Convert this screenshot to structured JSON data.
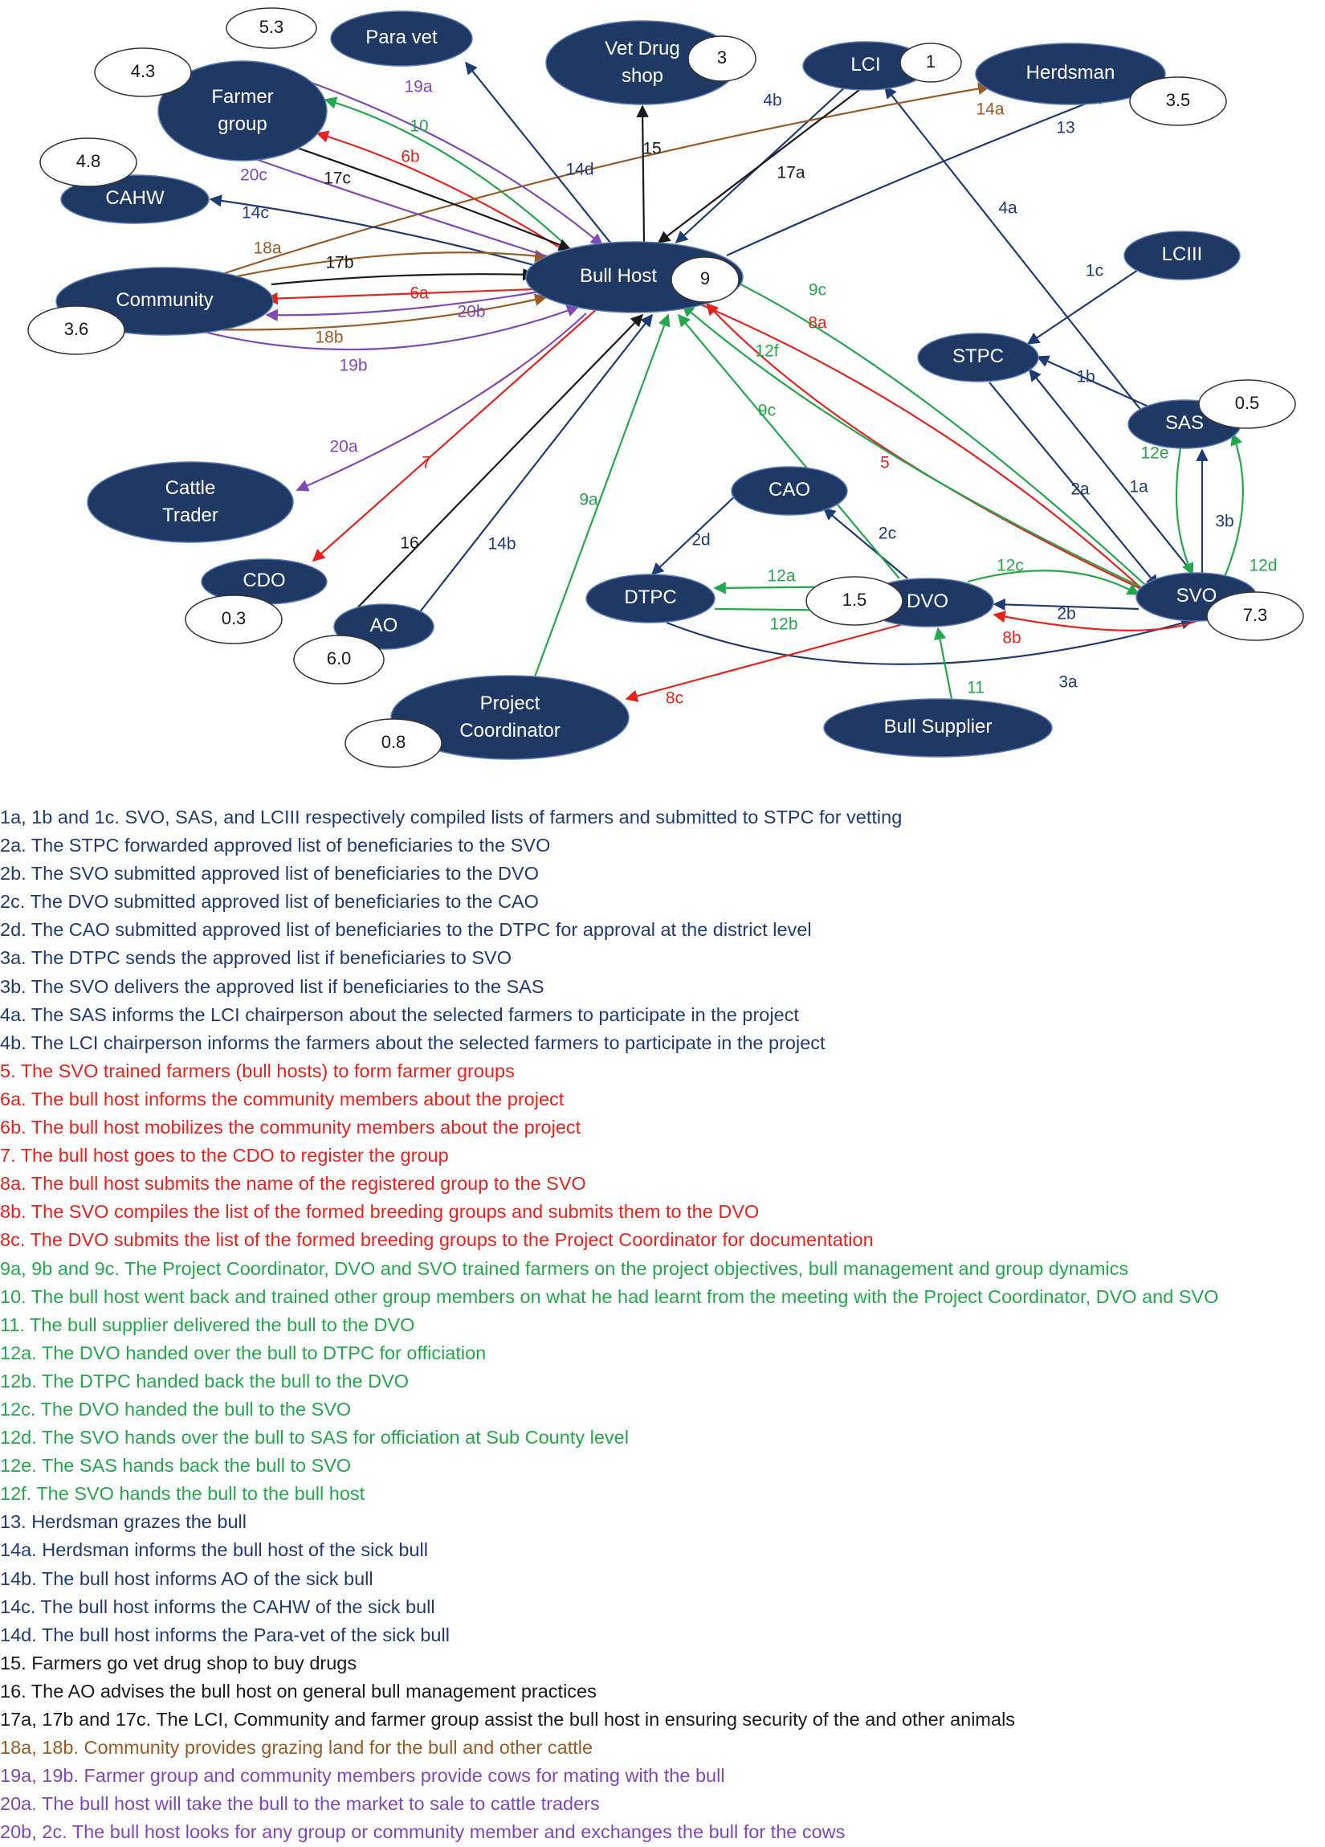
{
  "colors": {
    "node_fill": "#1f3864",
    "blue": "#1f3b73",
    "red": "#e8221b",
    "green": "#22a84a",
    "black": "#1a1a1a",
    "brown": "#9a5a22",
    "purple": "#8047b8"
  },
  "nodes": [
    {
      "id": "paravet",
      "label": "Para vet",
      "number": "5.3"
    },
    {
      "id": "vetdrug",
      "label": "Vet Drug shop",
      "number": "3"
    },
    {
      "id": "lci",
      "label": "LCI",
      "number": "1"
    },
    {
      "id": "herdsman",
      "label": "Herdsman",
      "number": "3.5"
    },
    {
      "id": "farmer",
      "label": "Farmer group",
      "number": "4.3"
    },
    {
      "id": "cahw",
      "label": "CAHW",
      "number": "4.8"
    },
    {
      "id": "community",
      "label": "Community",
      "number": "3.6"
    },
    {
      "id": "bullhost",
      "label": "Bull Host",
      "number": "9"
    },
    {
      "id": "lciii",
      "label": "LCIII",
      "number": ""
    },
    {
      "id": "stpc",
      "label": "STPC",
      "number": ""
    },
    {
      "id": "sas",
      "label": "SAS",
      "number": "0.5"
    },
    {
      "id": "cattle",
      "label": "Cattle Trader",
      "number": ""
    },
    {
      "id": "cao",
      "label": "CAO",
      "number": ""
    },
    {
      "id": "cdo",
      "label": "CDO",
      "number": "0.3"
    },
    {
      "id": "ao",
      "label": "AO",
      "number": "6.0"
    },
    {
      "id": "dtpc",
      "label": "DTPC",
      "number": ""
    },
    {
      "id": "dvo",
      "label": "DVO",
      "number": "1.5"
    },
    {
      "id": "svo",
      "label": "SVO",
      "number": "7.3"
    },
    {
      "id": "project",
      "label": "Project Coordinator",
      "number": "0.8"
    },
    {
      "id": "supplier",
      "label": "Bull Supplier",
      "number": ""
    }
  ],
  "edges": [
    {
      "from": "svo",
      "to": "stpc",
      "label": "1a",
      "color": "blue"
    },
    {
      "from": "sas",
      "to": "stpc",
      "label": "1b",
      "color": "blue"
    },
    {
      "from": "lciii",
      "to": "stpc",
      "label": "1c",
      "color": "blue"
    },
    {
      "from": "stpc",
      "to": "svo",
      "label": "2a",
      "color": "blue"
    },
    {
      "from": "svo",
      "to": "dvo",
      "label": "2b",
      "color": "blue"
    },
    {
      "from": "dvo",
      "to": "cao",
      "label": "2c",
      "color": "blue"
    },
    {
      "from": "cao",
      "to": "dtpc",
      "label": "2d",
      "color": "blue"
    },
    {
      "from": "dtpc",
      "to": "svo",
      "label": "3a",
      "color": "blue"
    },
    {
      "from": "svo",
      "to": "sas",
      "label": "3b",
      "color": "blue"
    },
    {
      "from": "sas",
      "to": "lci",
      "label": "4a",
      "color": "blue"
    },
    {
      "from": "lci",
      "to": "bullhost",
      "label": "4b",
      "color": "blue"
    },
    {
      "from": "svo",
      "to": "bullhost",
      "label": "5",
      "color": "red"
    },
    {
      "from": "bullhost",
      "to": "community",
      "label": "6a",
      "color": "red"
    },
    {
      "from": "bullhost",
      "to": "farmer",
      "label": "6b",
      "color": "red"
    },
    {
      "from": "bullhost",
      "to": "cdo",
      "label": "7",
      "color": "red"
    },
    {
      "from": "bullhost",
      "to": "svo",
      "label": "8a",
      "color": "red"
    },
    {
      "from": "svo",
      "to": "dvo",
      "label": "8b",
      "color": "red"
    },
    {
      "from": "dvo",
      "to": "project",
      "label": "8c",
      "color": "red"
    },
    {
      "from": "project",
      "to": "bullhost",
      "label": "9a",
      "color": "green"
    },
    {
      "from": "dvo",
      "to": "bullhost",
      "label": "9c",
      "color": "green"
    },
    {
      "from": "svo",
      "to": "bullhost",
      "label": "9c",
      "color": "green"
    },
    {
      "from": "bullhost",
      "to": "farmer",
      "label": "10",
      "color": "green"
    },
    {
      "from": "supplier",
      "to": "dvo",
      "label": "11",
      "color": "green"
    },
    {
      "from": "dvo",
      "to": "dtpc",
      "label": "12a",
      "color": "green"
    },
    {
      "from": "dtpc",
      "to": "dvo",
      "label": "12b",
      "color": "green"
    },
    {
      "from": "dvo",
      "to": "svo",
      "label": "12c",
      "color": "green"
    },
    {
      "from": "svo",
      "to": "sas",
      "label": "12d",
      "color": "green"
    },
    {
      "from": "sas",
      "to": "svo",
      "label": "12e",
      "color": "green"
    },
    {
      "from": "svo",
      "to": "bullhost",
      "label": "12f",
      "color": "green"
    },
    {
      "from": "herdsman",
      "to": "bullhost",
      "label": "13",
      "color": "blue"
    },
    {
      "from": "community",
      "to": "herdsman",
      "label": "14a",
      "color": "brown"
    },
    {
      "from": "ao",
      "to": "bullhost",
      "label": "14b",
      "color": "blue"
    },
    {
      "from": "bullhost",
      "to": "cahw",
      "label": "14c",
      "color": "blue"
    },
    {
      "from": "bullhost",
      "to": "paravet",
      "label": "14d",
      "color": "blue"
    },
    {
      "from": "bullhost",
      "to": "vetdrug",
      "label": "15",
      "color": "black"
    },
    {
      "from": "ao",
      "to": "bullhost",
      "label": "16",
      "color": "black"
    },
    {
      "from": "lci",
      "to": "bullhost",
      "label": "17a",
      "color": "black"
    },
    {
      "from": "community",
      "to": "bullhost",
      "label": "17b",
      "color": "black"
    },
    {
      "from": "farmer",
      "to": "bullhost",
      "label": "17c",
      "color": "black"
    },
    {
      "from": "community",
      "to": "bullhost",
      "label": "18a",
      "color": "brown"
    },
    {
      "from": "community",
      "to": "bullhost",
      "label": "18b",
      "color": "brown"
    },
    {
      "from": "farmer",
      "to": "bullhost",
      "label": "19a",
      "color": "purple"
    },
    {
      "from": "community",
      "to": "bullhost",
      "label": "19b",
      "color": "purple"
    },
    {
      "from": "bullhost",
      "to": "cattle",
      "label": "20a",
      "color": "purple"
    },
    {
      "from": "bullhost",
      "to": "community",
      "label": "20b",
      "color": "purple"
    },
    {
      "from": "bullhost",
      "to": "farmer",
      "label": "20c",
      "color": "purple"
    }
  ],
  "legend": [
    {
      "text": "1a, 1b and 1c. SVO, SAS, and LCIII respectively compiled lists of farmers and submitted to STPC for vetting",
      "color": "blue"
    },
    {
      "text": "2a. The STPC forwarded approved list of beneficiaries to the SVO",
      "color": "blue"
    },
    {
      "text": "2b. The SVO submitted approved list of beneficiaries to the DVO",
      "color": "blue"
    },
    {
      "text": "2c. The DVO submitted approved list of beneficiaries to the CAO",
      "color": "blue"
    },
    {
      "text": "2d. The CAO submitted approved list of beneficiaries to the DTPC for approval at the district level",
      "color": "blue"
    },
    {
      "text": "3a. The DTPC sends the approved list if beneficiaries to SVO",
      "color": "blue"
    },
    {
      "text": "3b. The SVO delivers the approved list if beneficiaries to the SAS",
      "color": "blue"
    },
    {
      "text": "4a. The SAS informs the LCI chairperson about the selected farmers to participate in the project",
      "color": "blue"
    },
    {
      "text": "4b. The LCI chairperson informs the farmers about the selected farmers to participate in the project",
      "color": "blue"
    },
    {
      "text": "5. The SVO trained farmers (bull hosts) to form farmer groups",
      "color": "red"
    },
    {
      "text": "6a. The bull host informs the community members about the project",
      "color": "red"
    },
    {
      "text": "6b. The bull host mobilizes the community members about the project",
      "color": "red"
    },
    {
      "text": "7. The bull host goes to the CDO to register the group",
      "color": "red"
    },
    {
      "text": "8a. The bull host submits the name of the registered group to the SVO",
      "color": "red"
    },
    {
      "text": "8b. The SVO compiles the list of the formed breeding groups and submits them to the DVO",
      "color": "red"
    },
    {
      "text": "8c.  The DVO submits the list of the formed breeding groups to the Project Coordinator for documentation",
      "color": "red"
    },
    {
      "text": "9a, 9b and 9c. The Project Coordinator, DVO and SVO trained farmers on the project objectives, bull management and group dynamics",
      "color": "green"
    },
    {
      "text": "10. The bull host went back and trained other group members on what he had learnt from the meeting with the Project Coordinator, DVO and SVO",
      "color": "green"
    },
    {
      "text": "11. The bull supplier delivered the bull to the DVO",
      "color": "green"
    },
    {
      "text": "12a. The DVO handed over the bull to DTPC for officiation",
      "color": "green"
    },
    {
      "text": "12b. The DTPC handed back the bull to the DVO",
      "color": "green"
    },
    {
      "text": "12c. The DVO handed the bull to the SVO",
      "color": "green"
    },
    {
      "text": "12d. The SVO hands over the bull to SAS for officiation at Sub County level",
      "color": "green"
    },
    {
      "text": "12e. The SAS hands back the bull to SVO",
      "color": "green"
    },
    {
      "text": "12f. The SVO hands the bull to the bull host",
      "color": "green"
    },
    {
      "text": "13. Herdsman grazes the bull",
      "color": "blue"
    },
    {
      "text": "14a. Herdsman informs the bull host of the sick bull",
      "color": "blue"
    },
    {
      "text": "14b. The bull host informs AO of the sick bull",
      "color": "blue"
    },
    {
      "text": "14c. The bull host informs the CAHW of the sick bull",
      "color": "blue"
    },
    {
      "text": "14d. The bull host informs the Para-vet of the sick bull",
      "color": "blue"
    },
    {
      "text": "15. Farmers go vet drug shop to buy drugs",
      "color": "black"
    },
    {
      "text": "16. The AO advises the bull host on general bull management practices",
      "color": "black"
    },
    {
      "text": "17a, 17b and 17c. The LCI, Community and farmer group assist the bull host in ensuring security of the and other animals",
      "color": "black"
    },
    {
      "text": "18a, 18b. Community provides grazing land for the bull and other cattle",
      "color": "brown"
    },
    {
      "text": "19a, 19b. Farmer group and community members provide cows for mating with the bull",
      "color": "purple"
    },
    {
      "text": "20a. The bull host will take the bull to the market to sale to cattle traders",
      "color": "purple"
    },
    {
      "text": "20b, 2c. The bull host looks for any group or community member and exchanges the bull for the cows",
      "color": "purple"
    }
  ]
}
